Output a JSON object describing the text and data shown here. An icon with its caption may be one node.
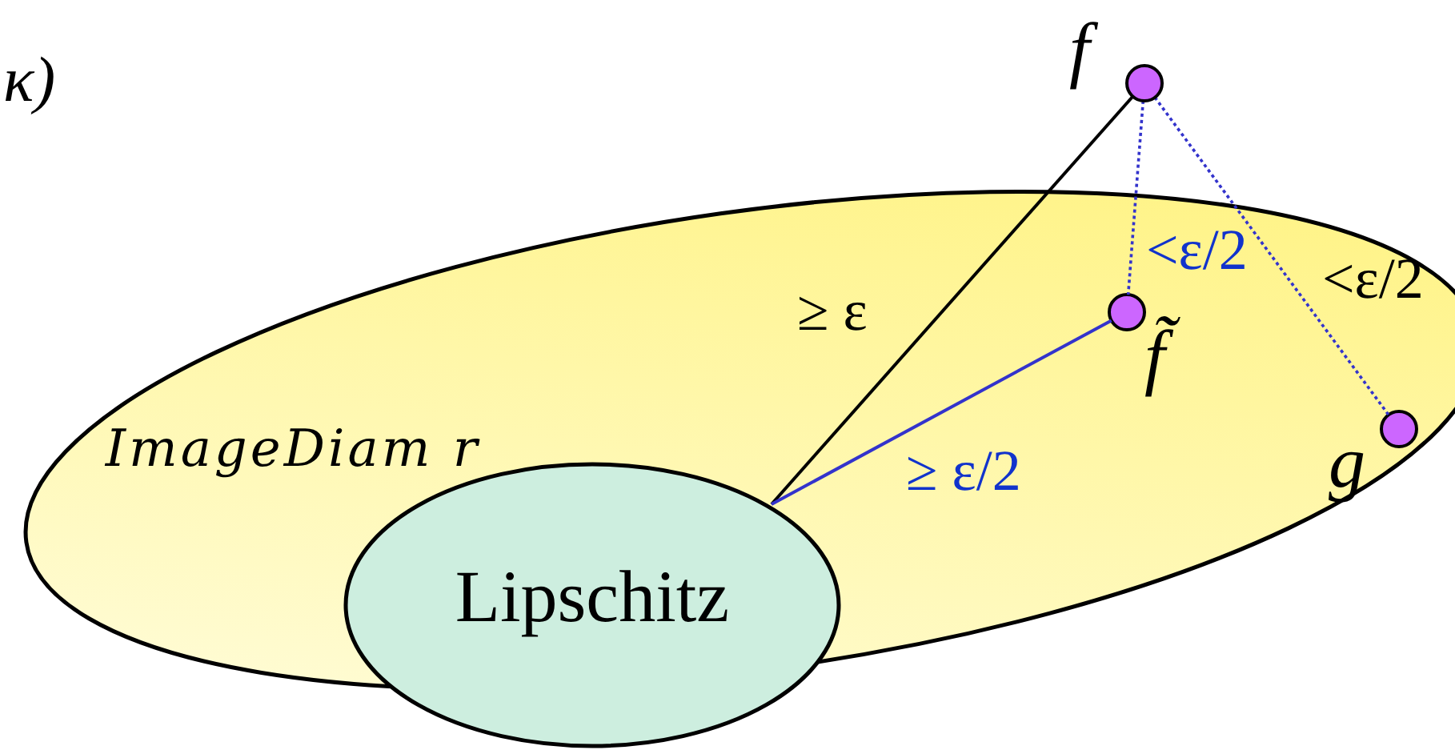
{
  "diagram": {
    "nodes": [
      {
        "text": [
          "ImageDiam r"
        ]
      },
      {
        "text": [
          "Lipschitz"
        ]
      },
      {
        "text": [],
        "shape": "circle",
        "beside": [
          "f"
        ]
      },
      {
        "text": [],
        "shape": "circle",
        "beside": [
          "f̃"
        ],
        "in": 0
      },
      {
        "text": [],
        "shape": "circle",
        "beside": [
          "g"
        ],
        "in": 0
      }
    ],
    "edges": [
      {
        "from": 1,
        "to": 2,
        "arrow": "none",
        "label": "≥ ε",
        "color": "#000000"
      },
      {
        "from": 1,
        "to": 3,
        "arrow": "none",
        "label": "≥ ε/2",
        "color": "#3333cc"
      },
      {
        "from": 2,
        "to": 3,
        "arrow": "none",
        "label": "<ε/2",
        "style": "dashed",
        "color": "#3333cc"
      },
      {
        "from": 2,
        "to": 4,
        "arrow": "none",
        "label": "<ε/2",
        "style": "dashed",
        "color": "#3333cc"
      }
    ],
    "labels": [
      "κ)"
    ]
  }
}
